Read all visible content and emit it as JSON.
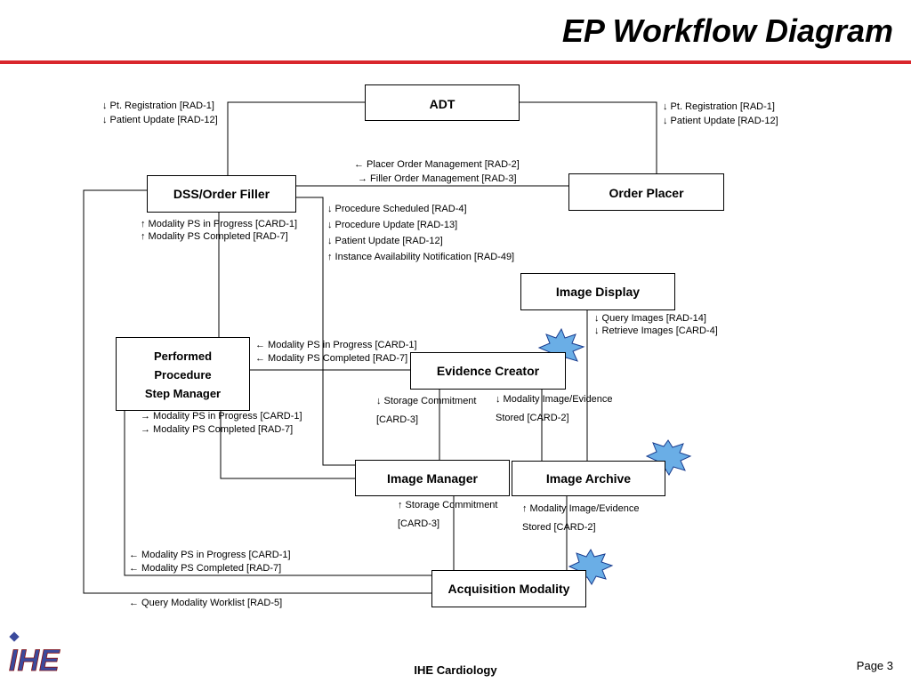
{
  "title": "EP Workflow Diagram",
  "footer": {
    "center": "IHE Cardiology",
    "page": "Page 3",
    "logo_text": "IHE"
  },
  "colors": {
    "accent_rule": "#d9262c",
    "starburst": "#6aaee6",
    "logo": "#3b4a9c"
  },
  "actors": {
    "adt": "ADT",
    "dss": "DSS/Order Filler",
    "order_placer": "Order Placer",
    "image_display": "Image Display",
    "ppsm": [
      "Performed",
      "Procedure",
      "Step Manager"
    ],
    "evidence_creator": "Evidence Creator",
    "image_manager": "Image Manager",
    "image_archive": "Image Archive",
    "acquisition_modality": "Acquisition Modality"
  },
  "transactions": {
    "adt_left": [
      "↓ Pt. Registration [RAD-1]",
      "↓ Patient Update [RAD-12]"
    ],
    "adt_right": [
      "↓ Pt. Registration [RAD-1]",
      "↓ Patient Update [RAD-12]"
    ],
    "placer_filler": [
      "← Placer Order Management [RAD-2]",
      "→ Filler Order Management [RAD-3]"
    ],
    "dss_to_im": [
      "↓ Procedure Scheduled [RAD-4]",
      "↓ Procedure Update [RAD-13]",
      "↓ Patient Update [RAD-12]",
      "↑ Instance Availability Notification [RAD-49]"
    ],
    "ppsm_to_dss": [
      "↑ Modality PS in Progress [CARD-1]",
      "↑ Modality PS Completed [RAD-7]"
    ],
    "display_archive": [
      "↓ Query Images [RAD-14]",
      "↓ Retrieve Images [CARD-4]"
    ],
    "ec_to_ppsm": [
      "← Modality PS in Progress [CARD-1]",
      "← Modality PS Completed [RAD-7]"
    ],
    "ppsm_to_im": [
      "→ Modality PS in Progress [CARD-1]",
      "→ Modality PS Completed [RAD-7]"
    ],
    "ec_storage_commitment": [
      "↓ Storage Commitment",
      "[CARD-3]"
    ],
    "ec_image_stored": [
      "↓ Modality Image/Evidence",
      "Stored [CARD-2]"
    ],
    "am_storage_commitment": [
      "↑ Storage Commitment",
      "[CARD-3]"
    ],
    "am_image_stored": [
      "↑ Modality Image/Evidence",
      "Stored [CARD-2]"
    ],
    "am_to_ppsm": [
      "← Modality PS in Progress [CARD-1]",
      "← Modality PS Completed [RAD-7]"
    ],
    "worklist": "← Query Modality Worklist [RAD-5]"
  }
}
